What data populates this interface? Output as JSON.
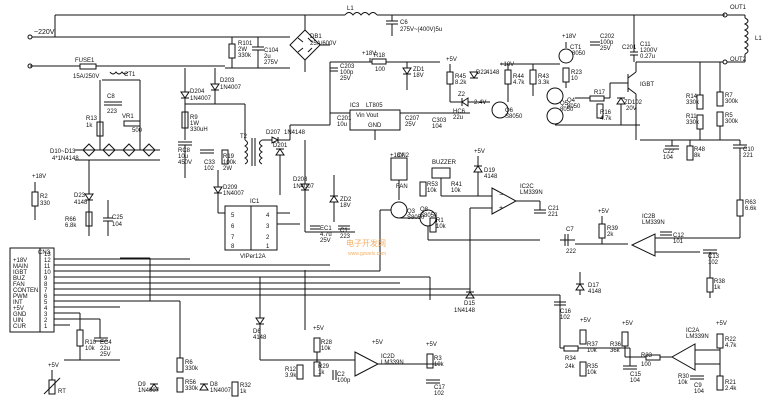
{
  "terminals": {
    "ac_in": "~220V",
    "out1": "OUT1",
    "out2": "OUT2",
    "l1": "L1",
    "l1_top": "L1",
    "fuse1": "FUSE1",
    "fuse1_rating": "15A/250V",
    "ct1": "CT1"
  },
  "parts": {
    "c6": "C6",
    "c6_val": "275V~(400V)5u",
    "r101": "R101",
    "r101_val": "2W",
    "r101_val2": "330k",
    "c104": "C104",
    "c104_val": "2u",
    "c104_val2": "275V",
    "db1": "DB1",
    "db1_val": "25A/600V",
    "c8": "C8",
    "c8_val": "223",
    "r13": "R13",
    "r13_val": "1k",
    "vr1": "VR1",
    "vr1_val": "500",
    "d10d13": "D10~D13",
    "d10d13_val": "4*1N4148",
    "r2": "R2",
    "r2_val": "330",
    "d23": "D23",
    "d23_val": "4148",
    "r66": "R66",
    "r66_val": "6.8k",
    "c25": "C25",
    "c25_val": "104",
    "cn3": "CN3",
    "d204": "D204",
    "d204_val": "1N4007",
    "d203": "D203",
    "d203_val": "1N4007",
    "r9": "R9",
    "r9_val": "1W",
    "r9_val2": "330uH",
    "c203": "C203",
    "c203_val": "100p",
    "c203_val2": "25V",
    "r18": "R18",
    "r18_val": "100",
    "zd1": "ZD1",
    "zd1_val": "18V",
    "ic3": "IC3",
    "ic3_val": "LT805",
    "ic3_pins": "Vin Vout",
    "ic3_gnd": "GND",
    "c201": "C201",
    "c201_val": "10u",
    "c207": "C207",
    "c207_val": "25V",
    "c303": "C303",
    "c303_val": "104",
    "hc6": "HC6",
    "hc6_val": "22u",
    "r45": "R45",
    "r45_val": "8.2k",
    "d22": "D22",
    "d22_val": "4148",
    "z2": "Z2",
    "z2_val": "2.4V",
    "r44": "R44",
    "r44_val": "4.7k",
    "r43": "R43",
    "r43_val": "3.3k",
    "q6": "Q6",
    "q6_val": "S8050",
    "q5": "Q5",
    "q5_val": "8050",
    "q4": "Q4",
    "q4_val": "8050",
    "r23": "R23",
    "r23_val": "10",
    "c202": "C202",
    "c202_val": "100p",
    "c202_val2": "25V",
    "c201b": "C201",
    "c11": "C11",
    "c11_val": "1200V",
    "c11_val2": "0.27u",
    "igbt": "IGBT",
    "r17": "R17",
    "r16": "R16",
    "r16_val": "4.7k",
    "zd102": "ZD102",
    "zd102_val": "20V",
    "r14": "R14",
    "r14_val": "330k",
    "r7": "R7",
    "r7_val": "300k",
    "r11": "R11",
    "r11_val": "330k",
    "r5": "R5",
    "r5_val": "300k",
    "c22": "C22",
    "c22_val": "104",
    "r48": "R48",
    "r48_val": "8k",
    "c10": "C10",
    "c10_val": "221",
    "rc8": "RC8",
    "rc8_val": "10u",
    "rc8_val2": "450V",
    "c33": "C33",
    "c33_val": "102",
    "r19": "R19",
    "r19_val": "100k",
    "r19_val2": "2W",
    "t2": "T2",
    "d207": "D207",
    "d207_val": "1N4148",
    "d201": "D201",
    "d209": "D209",
    "d209_val": "1N4007",
    "d208": "D208",
    "d208_val": "1N4007",
    "ic1": "IC1",
    "ic1_val": "VIPer12A",
    "zd2": "ZD2",
    "zd2_val": "18V",
    "ec1": "EC1",
    "ec1_val": "4.7u",
    "ec1_val2": "25V",
    "c1": "C1",
    "c1_val": "223",
    "cn2": "CN2",
    "fan": "FAN",
    "v18": "+18V",
    "q3": "Q3",
    "q3_val": "S8050",
    "q8": "Q8",
    "q8_val": "S8050",
    "buzzer": "BUZZER",
    "r53": "R53",
    "r53_val": "10k",
    "r41": "R41",
    "r41_val": "10k",
    "r1": "R1",
    "r1_val": "10k",
    "d19": "D19",
    "d19_val": "4148",
    "ic2c": "IC2C",
    "ic2c_val": "LM339N",
    "c21": "C21",
    "c21_val": "221",
    "r39": "R39",
    "r39_val": "2k",
    "c7": "C7",
    "c7_val": "222",
    "ic2b": "IC2B",
    "ic2b_val": "LM339N",
    "c12": "C12",
    "c12_val": "101",
    "c13": "C13",
    "c13_val": "102",
    "r63": "R63",
    "r63_val": "6.6k",
    "r38": "R38",
    "r38_val": "1k",
    "d17": "D17",
    "d17_val": "4148",
    "d15": "D15",
    "d15_val": "1N4148",
    "c16": "C16",
    "c16_val": "102",
    "r10": "R10",
    "r10_val": "10k",
    "ec4": "EC4",
    "ec4_val": "22u",
    "ec4_val2": "25V",
    "r6": "R6",
    "r6_val": "330k",
    "r56": "R56",
    "r56_val": "330k",
    "d9": "D9",
    "d9_val": "1N4007",
    "d8": "D8",
    "d8_val": "1N4007",
    "r32": "R32",
    "r32_val": "1k",
    "d6": "D6",
    "d6_val": "4148",
    "r28": "R28",
    "r28_val": "10k",
    "r12": "R12",
    "r12_val": "3.9k",
    "r29": "R29",
    "r29_val": "1k",
    "c2": "C2",
    "c2_val": "100p",
    "ic2d": "IC2D",
    "ic2d_val": "LM339N",
    "r3": "R3",
    "r3_val": "10k",
    "c17": "C17",
    "c17_val": "102",
    "r37": "R37",
    "r37_val": "10k",
    "r36": "R36",
    "r36_val": "36k",
    "r35": "R35",
    "r35_val": "10k",
    "r34": "R34",
    "r34_val": "24k",
    "r33": "R33",
    "r33_val": "100",
    "c15": "C15",
    "c15_val": "104",
    "ic2a": "IC2A",
    "ic2a_val": "LM339N",
    "r30": "R30",
    "r30_val": "10k",
    "r22": "R22",
    "r22_val": "4.7k",
    "c9": "C9",
    "c9_val": "104",
    "r21": "R21",
    "r21_val": "2.4k",
    "rt": "RT",
    "p5v": "+5V",
    "p18v": "+18V"
  },
  "connector_pins": {
    "labels": [
      "+18V",
      "MAIN",
      "IGBT",
      "BUZ",
      "FAN",
      "CONTEN",
      "PWM",
      "INT",
      "+5V",
      "GND",
      "UIN",
      "CUR"
    ],
    "numbers": [
      "13",
      "12",
      "11",
      "10",
      "9",
      "8",
      "7",
      "6",
      "5",
      "4",
      "3",
      "2",
      "1"
    ]
  },
  "ic1_pins": [
    "5",
    "6",
    "7",
    "8",
    "4",
    "3",
    "2",
    "1"
  ],
  "watermark": {
    "text": "电子开发网",
    "url": "www.gzwelx.com"
  }
}
